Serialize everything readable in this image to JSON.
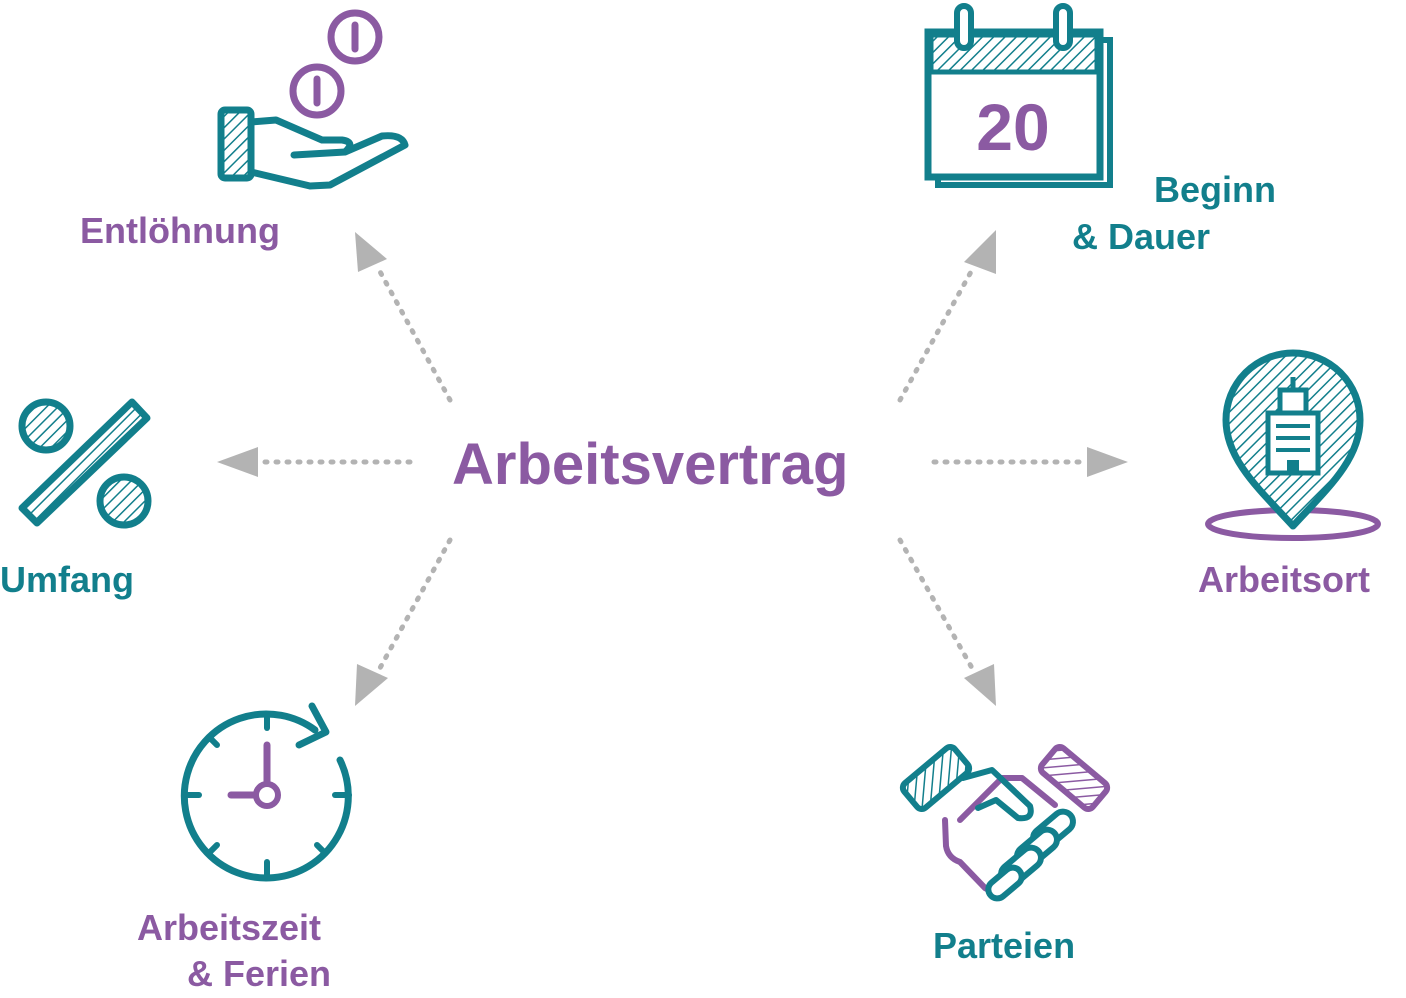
{
  "center": {
    "label": "Arbeitsvertrag"
  },
  "nodes": {
    "entloehnung": {
      "label": "Entlöhnung",
      "icon": "hand-with-coins-icon"
    },
    "beginn_dauer": {
      "line1": "Beginn",
      "line2": "& Dauer",
      "icon": "calendar-icon",
      "calendar_day": "20"
    },
    "umfang": {
      "label": "Umfang",
      "icon": "percent-icon"
    },
    "arbeitsort": {
      "label": "Arbeitsort",
      "icon": "location-pin-building-icon"
    },
    "arbeitszeit_ferien": {
      "line1": "Arbeitszeit",
      "line2": "& Ferien",
      "icon": "clock-icon"
    },
    "parteien": {
      "label": "Parteien",
      "icon": "handshake-icon"
    }
  },
  "colors": {
    "teal": "#127f8c",
    "purple": "#8b5aa2",
    "arrow": "#b3b3b3"
  }
}
